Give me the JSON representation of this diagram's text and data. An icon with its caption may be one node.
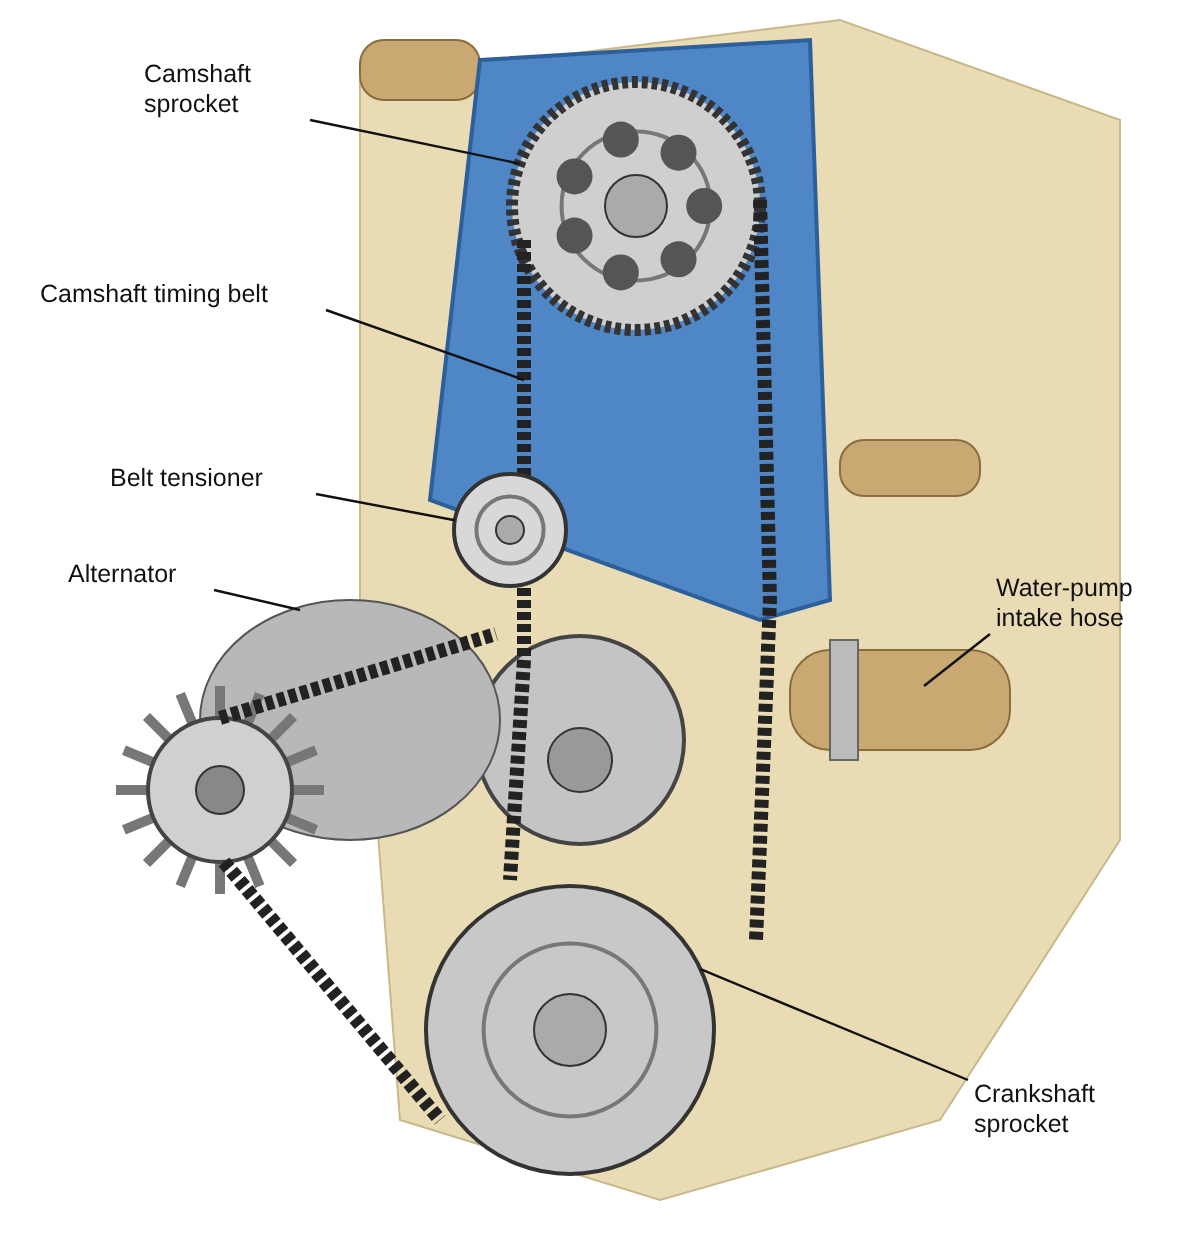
{
  "diagram": {
    "nodes": [
      {
        "text": [
          "Camshaft sprocket"
        ]
      },
      {
        "text": [
          "Camshaft timing belt"
        ]
      },
      {
        "text": [
          "Belt tensioner"
        ]
      },
      {
        "text": [
          "Alternator"
        ]
      },
      {
        "text": [
          "Water-pump intake hose"
        ]
      },
      {
        "text": [
          "Crankshaft sprocket"
        ]
      },
      {
        "text": [],
        "shape": "circle"
      },
      {
        "text": [],
        "shape": "belt"
      },
      {
        "text": [],
        "shape": "circle"
      },
      {
        "text": [],
        "shape": "picture"
      },
      {
        "text": [],
        "shape": "picture"
      },
      {
        "text": [],
        "shape": "circle"
      }
    ],
    "edges": [
      {
        "from": 0,
        "to": 6,
        "arrow": "none"
      },
      {
        "from": 1,
        "to": 7,
        "arrow": "none"
      },
      {
        "from": 2,
        "to": 8,
        "arrow": "none"
      },
      {
        "from": 3,
        "to": 9,
        "arrow": "none"
      },
      {
        "from": 4,
        "to": 10,
        "arrow": "none"
      },
      {
        "from": 5,
        "to": 11,
        "arrow": "none"
      }
    ]
  }
}
